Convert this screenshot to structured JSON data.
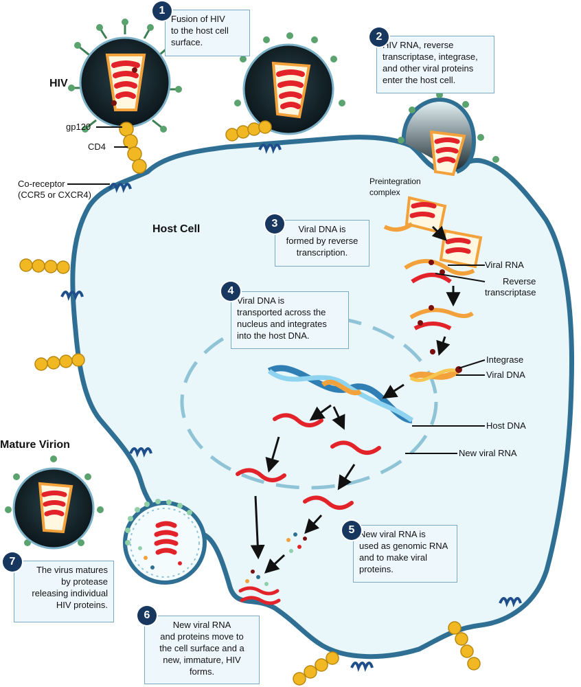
{
  "colors": {
    "cell_fill": "#e9f6fa",
    "membrane": "#2f6f93",
    "virion_core": "#0f1f26",
    "capsid": "#f3a13a",
    "rna": "#e3232a",
    "cd4": "#f2b824",
    "step_badge": "#17375e",
    "nucleus_dash": "#8fc3d6"
  },
  "labels": {
    "hiv": "HIV",
    "gp120": "gp120",
    "cd4": "CD4",
    "coreceptor": "Co-receptor\n(CCR5 or CXCR4)",
    "host_cell": "Host Cell",
    "mature_virion": "Mature Virion",
    "preintegration": "Preintegration\ncomplex",
    "viral_rna": "Viral RNA",
    "reverse_transcriptase": "Reverse\ntranscriptase",
    "integrase": "Integrase",
    "viral_dna": "Viral DNA",
    "host_dna": "Host DNA",
    "new_viral_rna": "New viral RNA"
  },
  "steps": [
    {
      "num": "1",
      "text": "Fusion of  HIV\nto the host cell\nsurface."
    },
    {
      "num": "2",
      "text": "HIV RNA, reverse\ntranscriptase, integrase,\nand other viral proteins\nenter the host cell."
    },
    {
      "num": "3",
      "text": "Viral DNA is\nformed by reverse\ntranscription."
    },
    {
      "num": "4",
      "text": "Viral DNA is\ntransported across the\nnucleus and integrates\ninto the host DNA."
    },
    {
      "num": "5",
      "text": "New viral RNA is\nused as genomic RNA\nand to make viral\nproteins."
    },
    {
      "num": "6",
      "text": "New viral RNA\nand proteins move to\nthe cell surface and a\nnew, immature, HIV\nforms."
    },
    {
      "num": "7",
      "text": "The virus matures\nby protease\nreleasing individual\nHIV proteins."
    }
  ]
}
